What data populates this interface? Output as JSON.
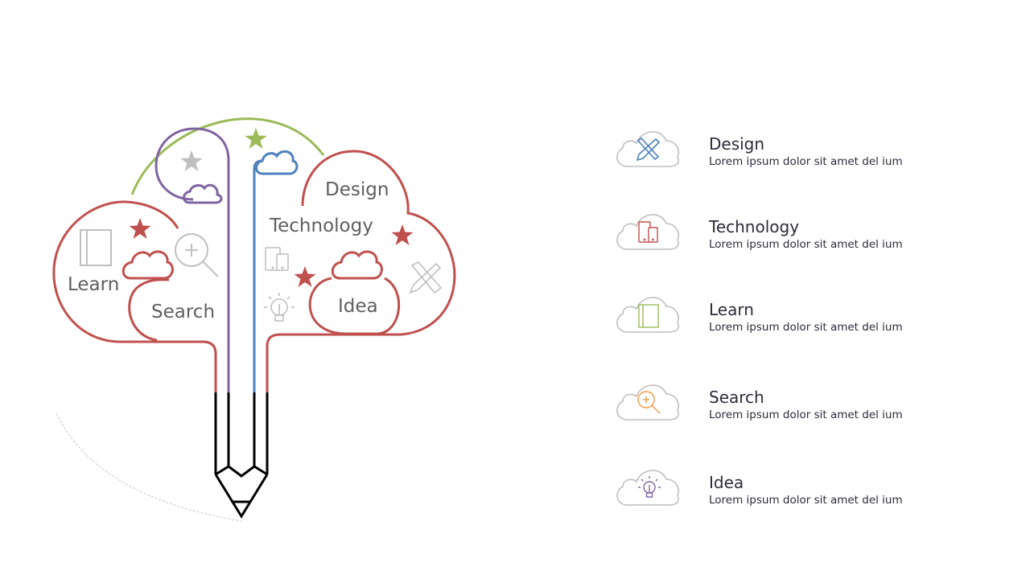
{
  "colors": {
    "red": "#c0504d",
    "purple": "#8064a2",
    "blue": "#4f81bd",
    "green": "#9bbb59",
    "orange": "#f79646",
    "gray": "#bfbfbf",
    "black": "#000000"
  },
  "diagram": {
    "labels": {
      "learn": "Learn",
      "search": "Search",
      "design": "Design",
      "technology": "Technology",
      "idea": "Idea"
    },
    "icons": [
      "book-icon",
      "magnifier-icon",
      "tablet-phone-icon",
      "lightbulb-icon",
      "pencil-ruler-icon"
    ]
  },
  "list": {
    "items": [
      {
        "title": "Design",
        "desc": "Lorem ipsum dolor sit amet del ium",
        "icon": "pencil-ruler-icon",
        "icon_color": "#4f81bd"
      },
      {
        "title": "Technology",
        "desc": "Lorem ipsum dolor sit amet del ium",
        "icon": "tablet-phone-icon",
        "icon_color": "#c0504d"
      },
      {
        "title": "Learn",
        "desc": "Lorem ipsum dolor sit amet del ium",
        "icon": "book-icon",
        "icon_color": "#9bbb59"
      },
      {
        "title": "Search",
        "desc": "Lorem ipsum dolor sit amet del ium",
        "icon": "magnifier-icon",
        "icon_color": "#f79646"
      },
      {
        "title": "Idea",
        "desc": "Lorem ipsum dolor sit amet del ium",
        "icon": "lightbulb-icon",
        "icon_color": "#8064a2"
      }
    ]
  }
}
